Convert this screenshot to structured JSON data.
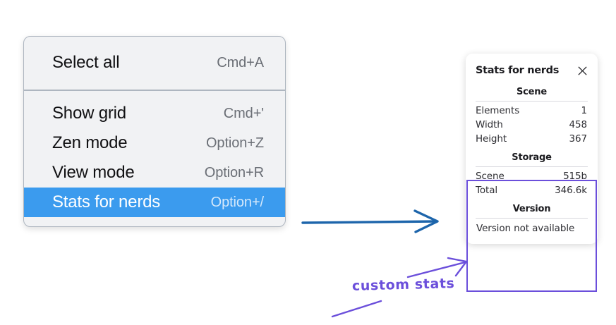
{
  "context_menu": {
    "sections": [
      {
        "items": [
          {
            "label": "Select all",
            "shortcut": "Cmd+A",
            "selected": false
          }
        ]
      },
      {
        "items": [
          {
            "label": "Show grid",
            "shortcut": "Cmd+'",
            "selected": false
          },
          {
            "label": "Zen mode",
            "shortcut": "Option+Z",
            "selected": false
          },
          {
            "label": "View mode",
            "shortcut": "Option+R",
            "selected": false
          },
          {
            "label": "Stats for nerds",
            "shortcut": "Option+/",
            "selected": true
          }
        ]
      }
    ],
    "highlight_color": "#3b9bee"
  },
  "stats_panel": {
    "title": "Stats for nerds",
    "close_icon": "close-icon",
    "groups": [
      {
        "title": "Scene",
        "rows": [
          {
            "label": "Elements",
            "value": "1"
          },
          {
            "label": "Width",
            "value": "458"
          },
          {
            "label": "Height",
            "value": "367"
          }
        ]
      },
      {
        "title": "Storage",
        "rows": [
          {
            "label": "Scene",
            "value": "515b"
          },
          {
            "label": "Total",
            "value": "346.6k"
          }
        ]
      },
      {
        "title": "Version",
        "single": "Version not available"
      }
    ],
    "highlight_border_color": "#6b4fdb"
  },
  "annotations": {
    "handwritten_label": "custom stats",
    "handwritten_color": "#6b4fdb",
    "arrow_blue_color": "#1d65ab",
    "arrow_purple_color": "#6b4fdb"
  }
}
